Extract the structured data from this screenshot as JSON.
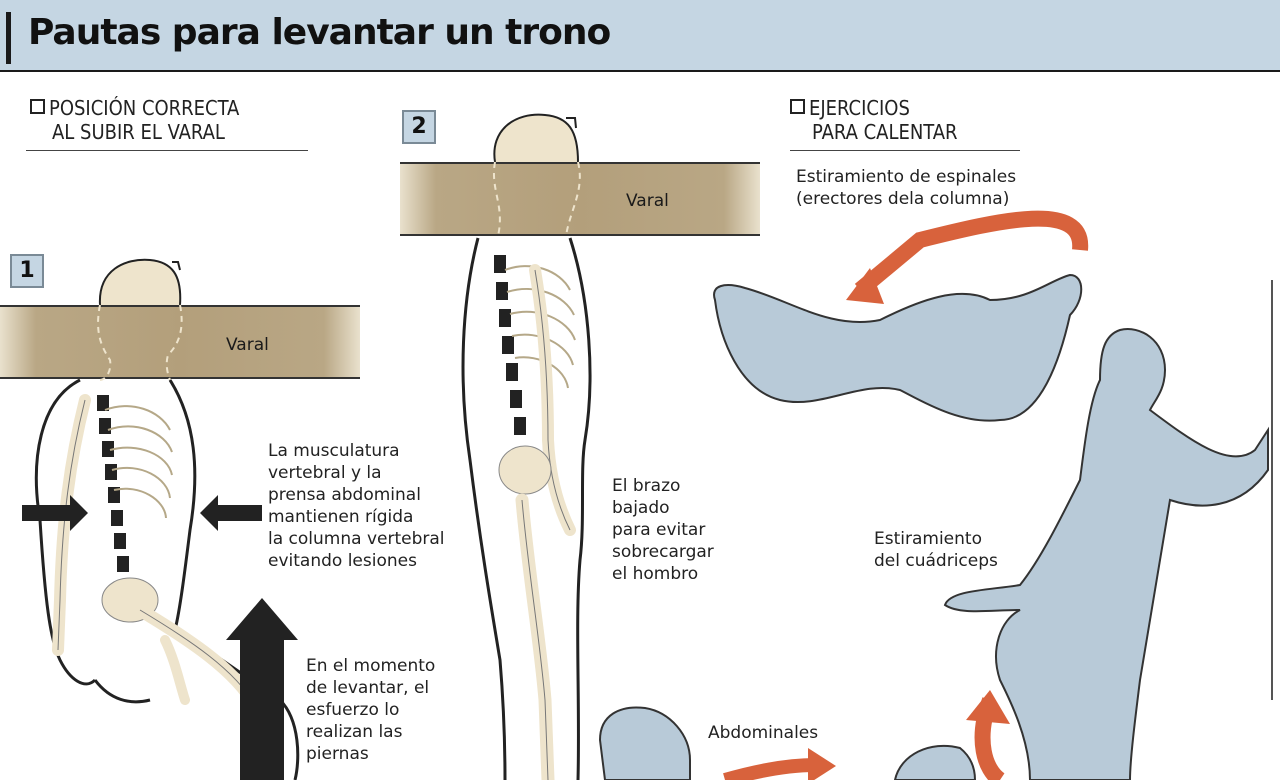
{
  "title": "Pautas para levantar un trono",
  "colors": {
    "header_bg": "#c5d6e3",
    "beam": "#b39f7b",
    "bone": "#eee4cc",
    "figure_fill": "#b8cad8",
    "arrow_orange": "#d8623c",
    "arrow_dark": "#222222"
  },
  "sections": {
    "posicion": {
      "line1": "POSICIÓN CORRECTA",
      "line2": "AL SUBIR EL VARAL"
    },
    "ejercicios": {
      "line1": "EJERCICIOS",
      "line2": "PARA CALENTAR"
    }
  },
  "steps": {
    "one": "1",
    "two": "2"
  },
  "beam_label": "Varal",
  "notes": {
    "musculatura": "La musculatura\nvertebral y la\nprensa abdominal\nmantienen rígida\nla columna vertebral\nevitando lesiones",
    "levantar": "En el momento\nde levantar, el\nesfuerzo lo\nrealizan las\npiernas",
    "brazo": "El brazo\nbajado\npara evitar\nsobrecargar\nel hombro"
  },
  "exercises": {
    "espinales": "Estiramiento de espinales\n(erectores dela columna)",
    "cuadriceps": "Estiramiento\ndel cuádriceps",
    "abdominales": "Abdominales"
  },
  "icons": [
    "checkbox-icon",
    "arrow-icon",
    "skeleton-figure",
    "body-silhouette"
  ]
}
